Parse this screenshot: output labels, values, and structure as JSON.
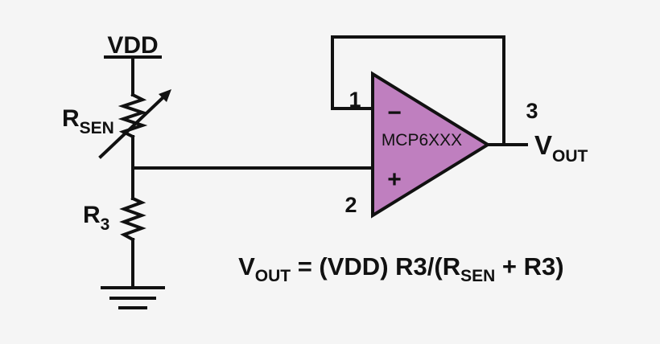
{
  "colors": {
    "background": "#f5f5f5",
    "line": "#111111",
    "opamp_fill": "#bf7fbf"
  },
  "supply": {
    "label": "VDD"
  },
  "sensor_resistor": {
    "main": "R",
    "sub": "SEN"
  },
  "resistor_3": {
    "main": "R",
    "sub": "3"
  },
  "opamp": {
    "part": "MCP6XXX",
    "inverting_symbol": "−",
    "noninverting_symbol": "+",
    "pins": {
      "inverting": "1",
      "noninverting": "2",
      "output": "3"
    }
  },
  "output": {
    "main": "V",
    "sub": "OUT"
  },
  "equation": {
    "lhs_main": "V",
    "lhs_sub": "OUT",
    "middle": " = (VDD) R3/(R",
    "rsen_sub": "SEN",
    "tail": " + R3)"
  }
}
